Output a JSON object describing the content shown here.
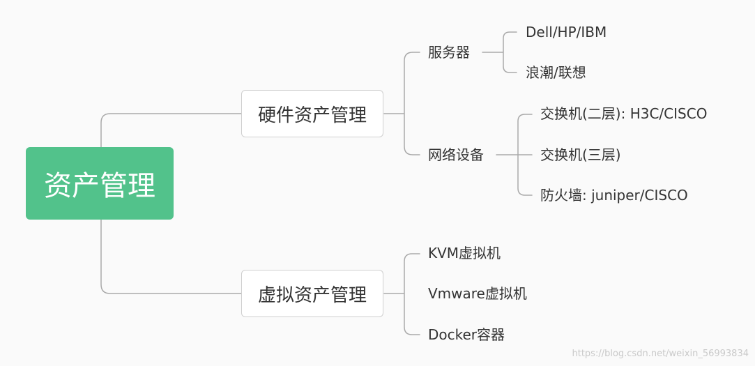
{
  "colors": {
    "root_fill": "#52c28b",
    "line": "#a9a9a9",
    "background": "#fafafa",
    "text": "#333333"
  },
  "mindmap": {
    "root": "资产管理",
    "hardware": {
      "title": "硬件资产管理",
      "server": {
        "label": "服务器",
        "items": [
          "Dell/HP/IBM",
          "浪潮/联想"
        ]
      },
      "network": {
        "label": "网络设备",
        "items": [
          "交换机(二层): H3C/CISCO",
          "交换机(三层)",
          "防火墙: juniper/CISCO"
        ]
      }
    },
    "virtual": {
      "title": "虚拟资产管理",
      "items": [
        "KVM虚拟机",
        "Vmware虚拟机",
        "Docker容器"
      ]
    }
  },
  "watermark": "https://blog.csdn.net/weixin_56993834"
}
